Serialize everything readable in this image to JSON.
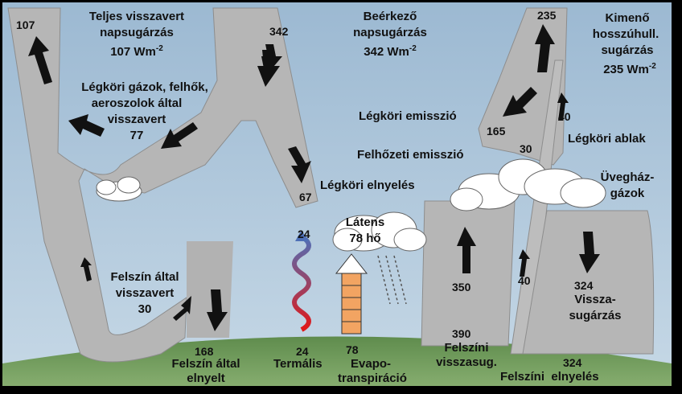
{
  "labels": {
    "reflected_total_value": "107",
    "reflected_total_title": "Teljes visszavert",
    "reflected_total_sub": "napsugárzás",
    "reflected_total_unit": "107 Wm",
    "incoming_value": "342",
    "incoming_title": "Beérkező",
    "incoming_sub": "napsugárzás",
    "incoming_unit": "342 Wm",
    "outgoing_value": "235",
    "outgoing_title": "Kimenő",
    "outgoing_sub": "hosszúhull.",
    "outgoing_sub2": "sugárzás",
    "outgoing_unit": "235 Wm",
    "unit_exp": "-2",
    "atm_reflect_l1": "Légköri gázok, felhők,",
    "atm_reflect_l2": "aeroszolok által",
    "atm_reflect_l3": "visszavert",
    "atm_reflect_val": "77",
    "atm_emission": "Légköri emisszió",
    "cloud_emission": "Felhőzeti emisszió",
    "atm_absorb": "Légköri elnyelés",
    "atm_absorb_val": "67",
    "atm_window": "Légköri ablak",
    "v165": "165",
    "v30": "30",
    "v40a": "40",
    "v40b": "40",
    "greenhouse_l1": "Üvegház-",
    "greenhouse_l2": "gázok",
    "latent_l1": "Látens",
    "latent_l2": "78 hő",
    "thermal_top": "24",
    "surf_reflect_l1": "Felszín által",
    "surf_reflect_l2": "visszavert",
    "surf_reflect_val": "30",
    "v350": "350",
    "v324_top": "324",
    "back_rad_l1": "Vissza-",
    "back_rad_l2": "sugárzás",
    "v168": "168",
    "surf_abs_l1": "Felszín által",
    "surf_abs_l2": "elnyelt",
    "v24": "24",
    "thermal": "Termális",
    "v78": "78",
    "evapo_l1": "Evapo-",
    "evapo_l2": "transpiráció",
    "v390": "390",
    "surf_rad_l1": "Felszíni",
    "surf_rad_l2": "visszasug.",
    "v324_bottom": "324",
    "surf_abs2": "Felszíni  elnyelés"
  },
  "colors": {
    "sky": "#a9c3d8",
    "band": "#b4b4b4",
    "ground": "#6f9a5b",
    "thermal_top": "#4d6fb6",
    "thermal_bottom": "#d92020",
    "evapo": "#f0a060"
  }
}
